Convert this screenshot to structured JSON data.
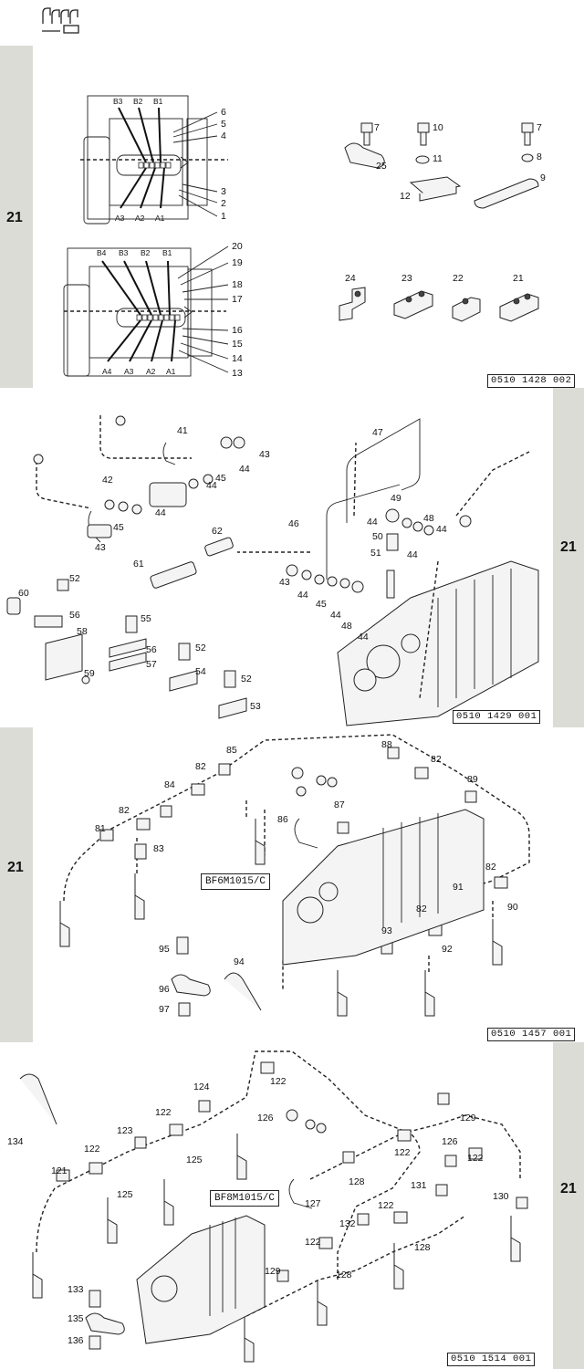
{
  "page": {
    "section_number": "21",
    "header_icon": "injection-lines-icon"
  },
  "panels": [
    {
      "id": "panel-1",
      "reference": "0510 1428 002",
      "tab_number": "21",
      "upper_pump": {
        "top_boxes": [
          "B3",
          "B2",
          "B1"
        ],
        "bottom_boxes": [
          "A3",
          "A2",
          "A1"
        ],
        "callouts": [
          "6",
          "5",
          "4",
          "3",
          "2",
          "1"
        ]
      },
      "lower_pump": {
        "top_boxes": [
          "B4",
          "B3",
          "B2",
          "B1"
        ],
        "bottom_boxes": [
          "A4",
          "A3",
          "A2",
          "A1"
        ],
        "callouts": [
          "20",
          "19",
          "18",
          "17",
          "16",
          "15",
          "14",
          "13"
        ]
      },
      "part_callouts": [
        "7",
        "25",
        "10",
        "11",
        "12",
        "7",
        "8",
        "9",
        "24",
        "23",
        "22",
        "21"
      ]
    },
    {
      "id": "panel-2",
      "reference": "0510 1429 001",
      "tab_number": "21",
      "part_callouts": [
        "41",
        "43",
        "44",
        "45",
        "44",
        "42",
        "44",
        "45",
        "43",
        "47",
        "49",
        "44",
        "48",
        "44",
        "50",
        "51",
        "44",
        "46",
        "43",
        "44",
        "45",
        "44",
        "48",
        "44",
        "62",
        "61",
        "60",
        "52",
        "56",
        "58",
        "59",
        "55",
        "56",
        "57",
        "52",
        "54",
        "52",
        "53"
      ]
    },
    {
      "id": "panel-3",
      "reference": "0510 1457 001",
      "tab_number": "21",
      "model": "BF6M1015/C",
      "part_callouts": [
        "85",
        "88",
        "82",
        "82",
        "84",
        "89",
        "82",
        "86",
        "87",
        "81",
        "83",
        "82",
        "91",
        "90",
        "82",
        "93",
        "92",
        "95",
        "94",
        "96",
        "97"
      ]
    },
    {
      "id": "panel-4",
      "reference": "0510 1514 001",
      "tab_number": "21",
      "model": "BF8M1015/C",
      "part_callouts": [
        "122",
        "124",
        "126",
        "129",
        "122",
        "123",
        "134",
        "122",
        "125",
        "122",
        "126",
        "121",
        "125",
        "128",
        "122",
        "127",
        "131",
        "130",
        "122",
        "132",
        "122",
        "128",
        "129",
        "128",
        "133",
        "135",
        "136"
      ]
    }
  ]
}
